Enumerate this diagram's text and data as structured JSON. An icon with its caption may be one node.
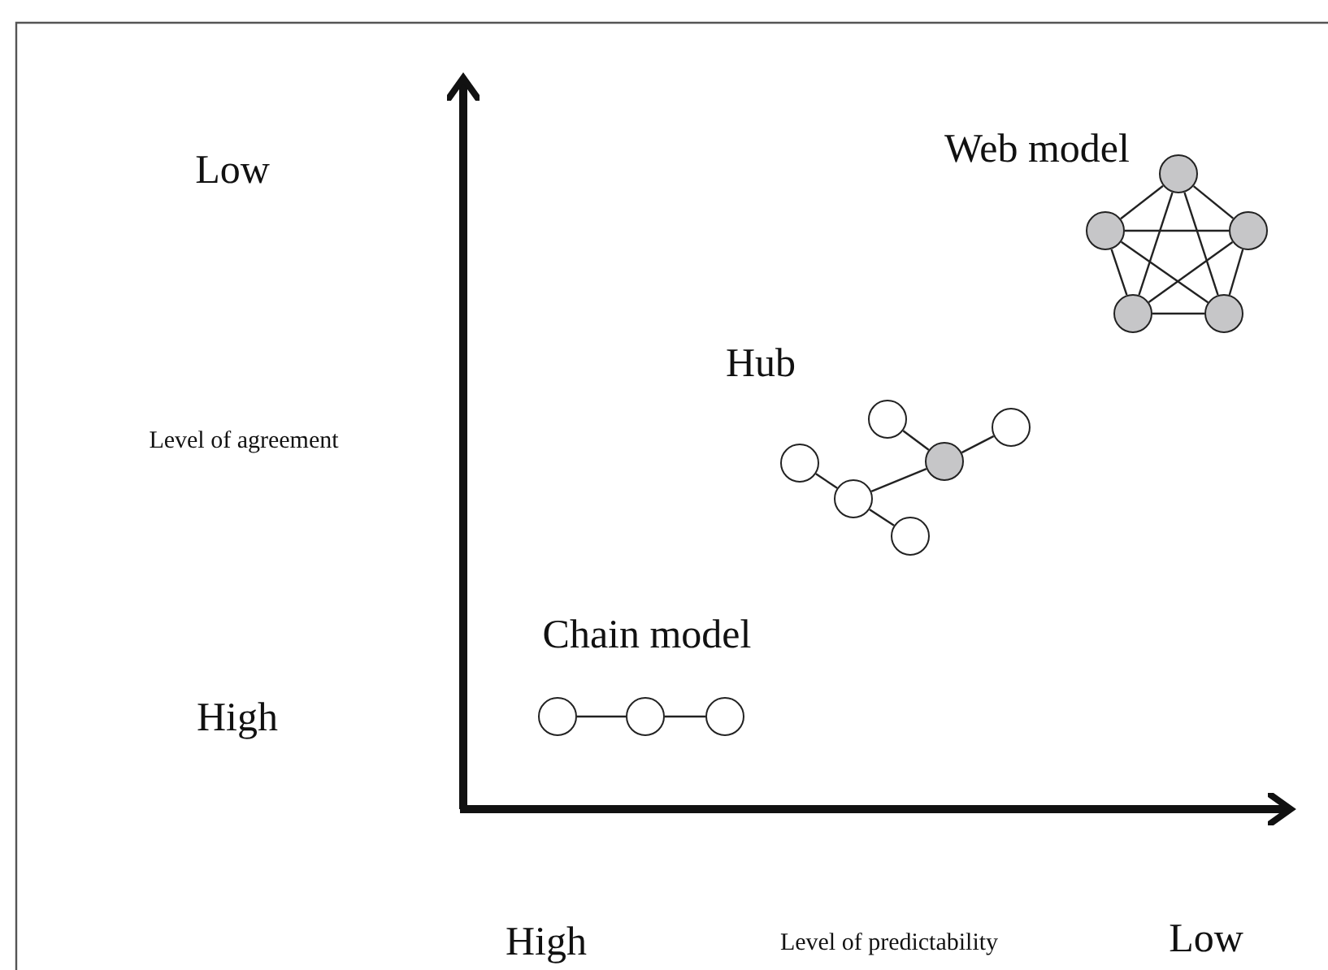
{
  "diagram": {
    "nodes": [
      {
        "text": [],
        "shape": "circle"
      },
      {
        "text": [],
        "shape": "circle"
      },
      {
        "text": [],
        "shape": "circle"
      },
      {
        "text": [],
        "shape": "circle"
      },
      {
        "text": [],
        "shape": "circle"
      },
      {
        "text": [],
        "shape": "circle"
      },
      {
        "text": [],
        "shape": "circle"
      },
      {
        "text": [],
        "shape": "circle"
      },
      {
        "text": [],
        "shape": "circle"
      },
      {
        "text": [],
        "shape": "circle"
      },
      {
        "text": [],
        "shape": "circle"
      },
      {
        "text": [],
        "shape": "circle"
      },
      {
        "text": [],
        "shape": "circle"
      },
      {
        "text": [],
        "shape": "circle"
      }
    ],
    "edges": [
      {
        "from": 0,
        "to": 1,
        "arrow": "none"
      },
      {
        "from": 0,
        "to": 2,
        "arrow": "none"
      },
      {
        "from": 0,
        "to": 3,
        "arrow": "none"
      },
      {
        "from": 0,
        "to": 4,
        "arrow": "none"
      },
      {
        "from": 1,
        "to": 2,
        "arrow": "none"
      },
      {
        "from": 1,
        "to": 3,
        "arrow": "none"
      },
      {
        "from": 1,
        "to": 4,
        "arrow": "none"
      },
      {
        "from": 2,
        "to": 3,
        "arrow": "none"
      },
      {
        "from": 2,
        "to": 4,
        "arrow": "none"
      },
      {
        "from": 3,
        "to": 4,
        "arrow": "none"
      },
      {
        "from": 8,
        "to": 9,
        "arrow": "none"
      },
      {
        "from": 9,
        "to": 7,
        "arrow": "none"
      },
      {
        "from": 9,
        "to": 10,
        "arrow": "none"
      },
      {
        "from": 5,
        "to": 7,
        "arrow": "none"
      },
      {
        "from": 7,
        "to": 6,
        "arrow": "none"
      },
      {
        "from": 11,
        "to": 12,
        "arrow": "none"
      },
      {
        "from": 12,
        "to": 13,
        "arrow": "none"
      }
    ],
    "labels": [
      "Low",
      "Web model",
      "Hub",
      "Level of agreement",
      "Chain model",
      "High",
      "High",
      "Level of predictability",
      "Low"
    ]
  }
}
